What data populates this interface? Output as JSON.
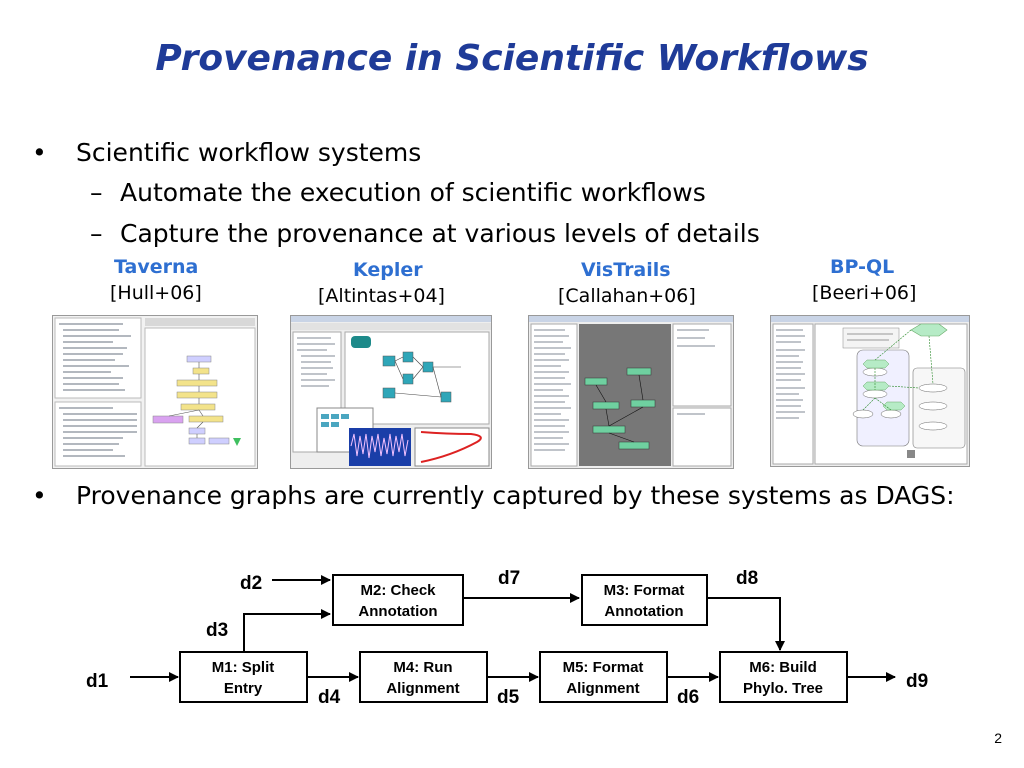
{
  "slide": {
    "title": "Provenance in Scientific Workflows",
    "page_number": "2"
  },
  "bullets": [
    {
      "text": "Scientific workflow systems"
    },
    {
      "text": "Automate the execution of scientific workflows"
    },
    {
      "text": "Capture the provenance at various levels of details"
    },
    {
      "text": "Provenance graphs are currently captured by these systems as DAGS:"
    }
  ],
  "bullet_marks": {
    "main": "•",
    "sub": "–"
  },
  "systems": [
    {
      "name": "Taverna",
      "citation": "[Hull+06]"
    },
    {
      "name": "Kepler",
      "citation": "[Altintas+04]"
    },
    {
      "name": "VisTrails",
      "citation": "[Callahan+06]"
    },
    {
      "name": "BP-QL",
      "citation": "[Beeri+06]"
    }
  ],
  "dag": {
    "modules": [
      {
        "line1": "M1: Split",
        "line2": "Entry"
      },
      {
        "line1": "M2: Check",
        "line2": "Annotation"
      },
      {
        "line1": "M3: Format",
        "line2": "Annotation"
      },
      {
        "line1": "M4: Run",
        "line2": "Alignment"
      },
      {
        "line1": "M5: Format",
        "line2": "Alignment"
      },
      {
        "line1": "M6: Build",
        "line2": "Phylo. Tree"
      }
    ],
    "data_labels": [
      "d1",
      "d2",
      "d3",
      "d4",
      "d5",
      "d6",
      "d7",
      "d8",
      "d9"
    ]
  },
  "colors": {
    "title": "#1f3b98",
    "system_name": "#2e6fd1",
    "canvas_gray": "#777777",
    "node_green": "#6fd0a0"
  }
}
